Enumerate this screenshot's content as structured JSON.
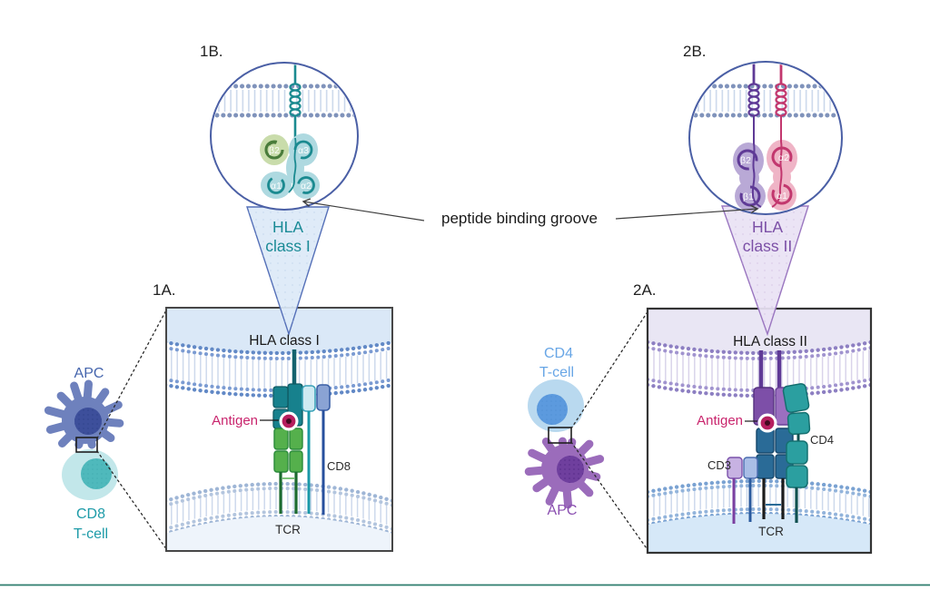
{
  "annotation": {
    "peptide_binding_groove": "peptide binding groove"
  },
  "insets": {
    "class1": {
      "panel_label": "1B.",
      "caption_line1": "HLA",
      "caption_line2": "class I",
      "domains": {
        "b2": "β2",
        "a3": "α3",
        "a1": "α1",
        "a2": "α2"
      }
    },
    "class2": {
      "panel_label": "2B.",
      "caption_line1": "HLA",
      "caption_line2": "class II",
      "domains": {
        "b2": "β2",
        "a2": "α2",
        "b1": "β1",
        "a1": "α1"
      }
    }
  },
  "synapses": {
    "class1": {
      "panel_label": "1A.",
      "title": "HLA class I",
      "antigen_label": "Antigen",
      "coreceptor_label": "CD8",
      "tcr_label": "TCR"
    },
    "class2": {
      "panel_label": "2A.",
      "title": "HLA class II",
      "antigen_label": "Antigen",
      "cd3_label": "CD3",
      "coreceptor_label": "CD4",
      "tcr_label": "TCR"
    }
  },
  "cells": {
    "left": {
      "apc_label": "APC",
      "tcell_label_line1": "CD8",
      "tcell_label_line2": "T-cell"
    },
    "right": {
      "apc_label": "APC",
      "tcell_label_line1": "CD4",
      "tcell_label_line2": "T-cell"
    }
  },
  "colors": {
    "hla_class1_teal": "#1a8a96",
    "hla_class2_purple": "#7b4fa6",
    "antigen_pink": "#c9256d",
    "apc_left_blue": "#6e81bd",
    "apc_left_nucleus": "#3d4f9b",
    "cd8_tcell_fill": "#c2e7ea",
    "cd8_tcell_nucleus": "#4fb9bc",
    "cd4_tcell_fill": "#b9d9ef",
    "cd4_tcell_nucleus": "#5c9ade",
    "apc_right_purple": "#9b6cbb",
    "apc_right_nucleus": "#6f3f9e",
    "tcr_green": "#55b04c",
    "tcr_blue": "#2a6b97",
    "cd4_coreceptor_teal": "#2b9fa0",
    "beta2m_green": "#c9dcab",
    "class2_alpha_pink": "#c2376e",
    "class2_beta_purple": "#5f3a96",
    "membrane_blue": "#6289c6",
    "membrane_purple": "#8d7fc2",
    "circle_border": "#4a5fa5",
    "bottom_rule": "#2e7d6e"
  }
}
